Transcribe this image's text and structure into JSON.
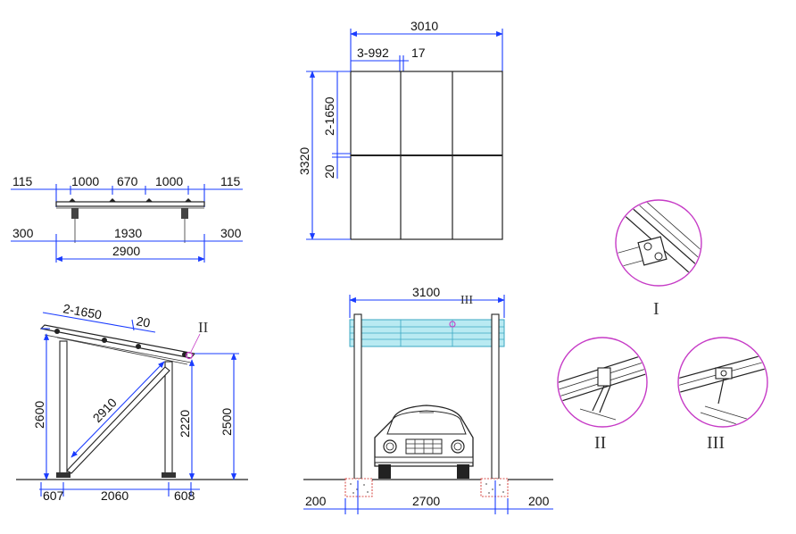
{
  "top_view": {
    "dims_top": [
      "115",
      "1000",
      "670",
      "1000",
      "115"
    ],
    "dims_bottom": [
      "300",
      "1930",
      "300"
    ],
    "overall": "2900"
  },
  "plan_view": {
    "width": "3010",
    "panel_width": "3-992",
    "gap_h": "17",
    "height": "3320",
    "panel_height": "2-1650",
    "gap_v": "20"
  },
  "side_view": {
    "panel_label": "2-1650",
    "gap_label": "20",
    "detail_ref": "II",
    "brace": "2910",
    "front_post": "2600",
    "rear_post": "2220",
    "rear_height": "2500",
    "left_offset": "607",
    "span": "2060",
    "right_offset": "608"
  },
  "front_view": {
    "width": "3100",
    "detail_ref": "III",
    "left_footing": "200",
    "span": "2700",
    "right_footing": "200"
  },
  "details": {
    "one": "I",
    "two": "II",
    "three": "III"
  },
  "colors": {
    "dimension": "#1a3cff",
    "detail_ring": "#c63bc6",
    "panel_highlight": "#7fd8e8",
    "footing": "#d9534f"
  }
}
